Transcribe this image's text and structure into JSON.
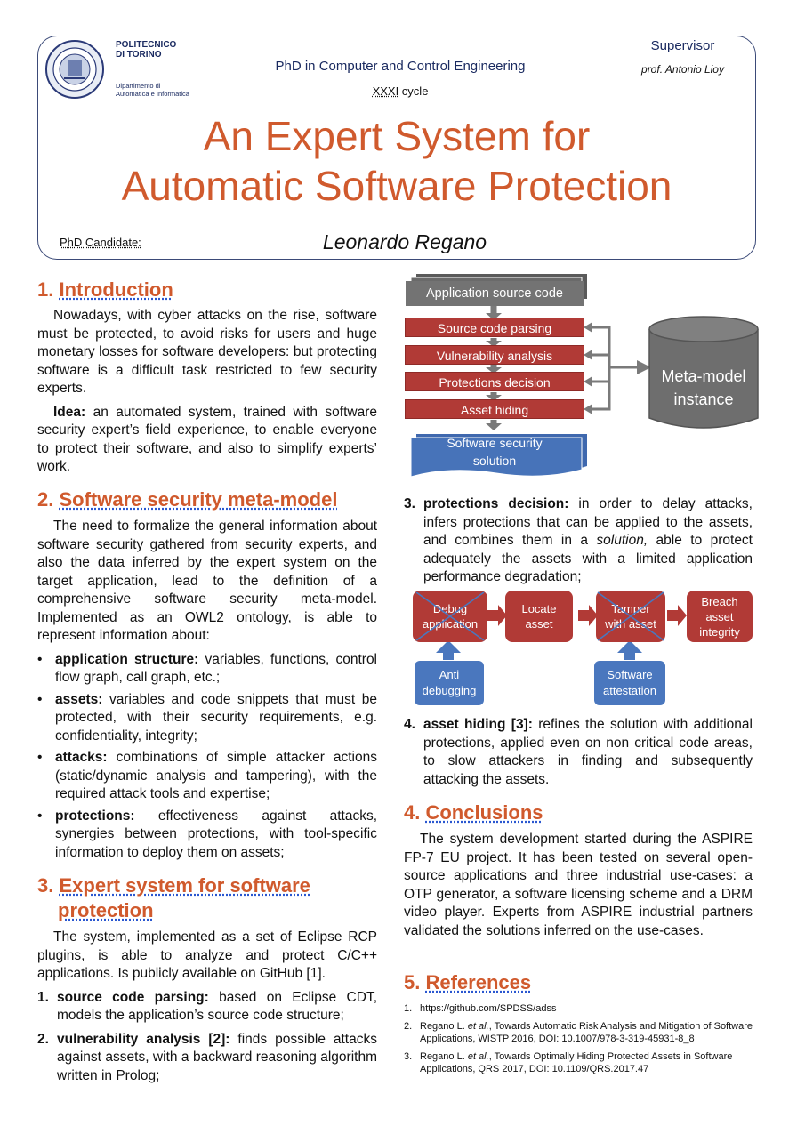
{
  "header": {
    "university": "POLITECNICO\nDI TORINO",
    "department": "Dipartimento di\nAutomatica e Informatica",
    "program": "PhD in Computer and Control Engineering",
    "cycle_a": "XXXI",
    "cycle_b": " cycle",
    "supervisor_label": "Supervisor",
    "supervisor_name": "prof. Antonio Lioy",
    "title_line1": "An Expert System for",
    "title_line2": "Automatic Software Protection",
    "candidate_label": "PhD Candidate:",
    "candidate_name": "Leonardo Regano"
  },
  "sections": {
    "intro": {
      "num": "1.",
      "title": "Introduction",
      "p1": "Nowadays, with cyber attacks on the rise, software must be protected, to avoid risks for users and huge monetary losses for software developers: but protecting software is a difficult task restricted to few security experts.",
      "idea_label": "Idea:",
      "idea_text": " an automated system, trained with software security expert’s field experience, to enable everyone to protect their software, and also to simplify experts’ work."
    },
    "meta": {
      "num": "2.",
      "title": "Software security meta-model",
      "p1": "The need to formalize the general information about software security gathered from security experts, and also the data inferred by the expert system on the target application, lead to the definition of a comprehensive software security meta-model. Implemented as an OWL2 ontology, is able to represent information about:",
      "bullets": [
        {
          "b": "application structure:",
          "t": " variables, functions, control flow graph, call graph, etc.;"
        },
        {
          "b": "assets:",
          "t": " variables and code snippets that must be protected, with their security requirements, e.g. confidentiality, integrity;"
        },
        {
          "b": "attacks:",
          "t": " combinations of simple attacker actions (static/dynamic analysis and tampering), with the required attack tools and expertise;"
        },
        {
          "b": "protections:",
          "t": " effectiveness against attacks, synergies between protections, with tool-specific information to deploy them on assets;"
        }
      ]
    },
    "expert": {
      "num": "3.",
      "title_l1": "Expert system for software",
      "title_l2": "protection",
      "p1": "The system, implemented as a set of Eclipse RCP plugins, is able to analyze and protect C/C++ applications. Is publicly available on GitHub [1].",
      "items": [
        {
          "n": "1.",
          "b": "source code parsing:",
          "t": " based on Eclipse CDT, models the application’s source code structure;"
        },
        {
          "n": "2.",
          "b": "vulnerability analysis [2]:",
          "t": " finds possible attacks against assets, with a backward reasoning algorithm written in Prolog;"
        }
      ],
      "item3": {
        "n": "3.",
        "b": "protections decision:",
        "t1": " in order to delay attacks, infers protections that can be applied to the assets, and combines them in a ",
        "i": "solution,",
        "t2": " able to protect adequately the assets with a limited application performance degradation;"
      },
      "item4": {
        "n": "4.",
        "b": "asset hiding [3]:",
        "t": " refines the solution with additional protections, applied even on non critical code areas, to slow attackers in finding and subsequently attacking the assets."
      }
    },
    "concl": {
      "num": "4.",
      "title": "Conclusions",
      "p1": "The system development started during the ASPIRE FP-7 EU project. It has been tested on several open-source applications and three industrial use-cases: a OTP generator, a software licensing scheme and a DRM video player. Experts from ASPIRE industrial partners validated the solutions inferred on the use-cases."
    },
    "refs": {
      "num": "5.",
      "title": "References",
      "items": [
        {
          "n": "1.",
          "parts": [
            "https://github.com/SPDSS/adss"
          ]
        },
        {
          "n": "2.",
          "a": "Regano L. ",
          "i": "et al.",
          "b": ", Towards Automatic Risk Analysis and Mitigation of Software Applications, WISTP 2016, DOI: 10.1007/978-3-319-45931-8_8"
        },
        {
          "n": "3.",
          "a": "Regano L. ",
          "i": "et al.",
          "b": ", Towards Optimally Hiding Protected Assets in Software Applications, QRS 2017, DOI: 10.1109/QRS.2017.47"
        }
      ]
    }
  },
  "diagram1": {
    "source": "Application source code",
    "steps": [
      "Source code parsing",
      "Vulnerability analysis",
      "Protections decision",
      "Asset hiding"
    ],
    "output_l1": "Software security",
    "output_l2": "solution",
    "db_l1": "Meta-model",
    "db_l2": "instance",
    "colors": {
      "step": "#b13a36",
      "source": "#6e6e6e",
      "output": "#4a77be",
      "db": "#6e6e6e"
    }
  },
  "diagram2": {
    "debug_l1": "Debug",
    "debug_l2": "application",
    "locate_l1": "Locate",
    "locate_l2": "asset",
    "tamper_l1": "Tamper",
    "tamper_l2": "with asset",
    "breach_l1": "Breach",
    "breach_l2": "asset",
    "breach_l3": "integrity",
    "anti_l1": "Anti",
    "anti_l2": "debugging",
    "attest_l1": "Software",
    "attest_l2": "attestation"
  }
}
